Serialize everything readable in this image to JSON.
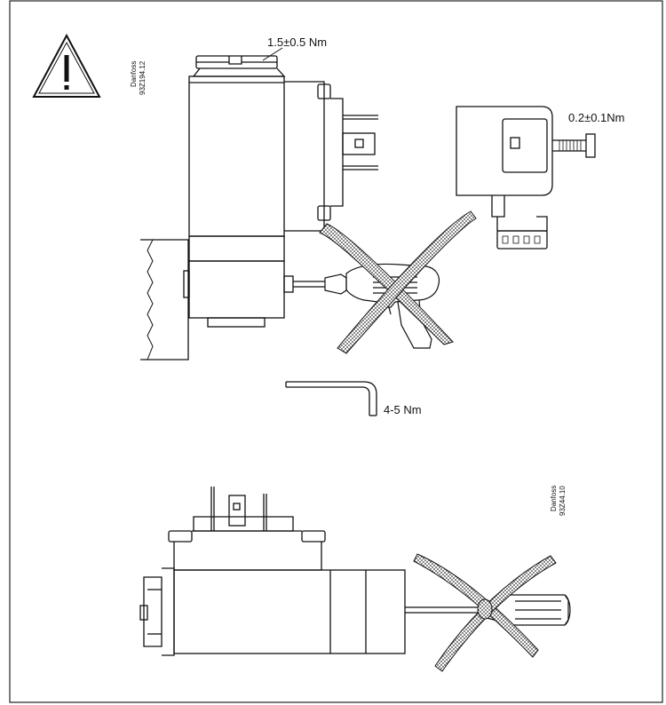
{
  "labels": {
    "torque_top_screw": "1.5±0.5 Nm",
    "torque_plug_screw": "0.2±0.1Nm",
    "torque_hex_key": "4-5 Nm"
  },
  "codes": {
    "top": {
      "brand": "Danfoss",
      "code": "93Z194.12"
    },
    "bottom": {
      "brand": "Danfoss",
      "code": "93Z44.10"
    }
  },
  "icons": {
    "warning": "warning-triangle-icon",
    "prohibited_drill": "crossed-out-drill-icon",
    "prohibited_screwdriver": "crossed-out-screwdriver-icon"
  },
  "colors": {
    "line": "#1a1a1a",
    "background": "#ffffff"
  }
}
